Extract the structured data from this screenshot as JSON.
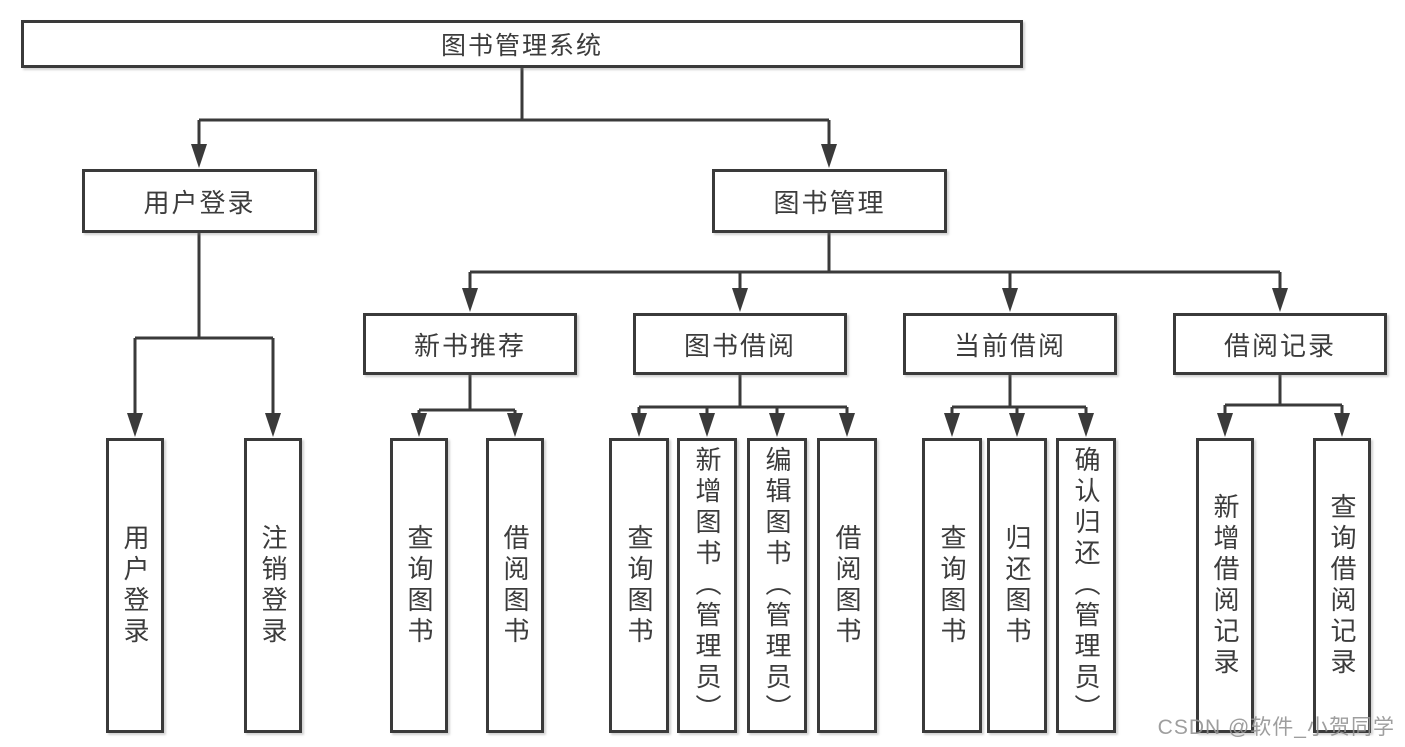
{
  "diagram": {
    "root": "图书管理系统",
    "level2": [
      "用户登录",
      "图书管理"
    ],
    "level3": [
      "新书推荐",
      "图书借阅",
      "当前借阅",
      "借阅记录"
    ],
    "leaves_user_login": [
      "用户登录",
      "注销登录"
    ],
    "leaves_new_books": [
      "查询图书",
      "借阅图书"
    ],
    "leaves_book_borrow": [
      "查询图书",
      "新增图书（管理员）",
      "编辑图书（管理员）",
      "借阅图书"
    ],
    "leaves_current_borrow": [
      "查询图书",
      "归还图书",
      "确认归还（管理员）"
    ],
    "leaves_borrow_records": [
      "新增借阅记录",
      "查询借阅记录"
    ]
  },
  "watermark": "CSDN @软件_小贺同学",
  "colors": {
    "line": "#3a3a3a",
    "text": "#3c3c3c",
    "watermark": "#949494",
    "background": "#ffffff"
  }
}
